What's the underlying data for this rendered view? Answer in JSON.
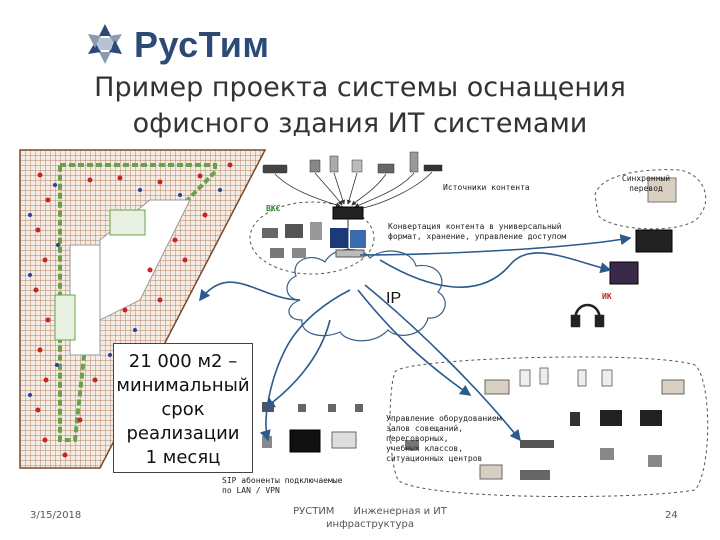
{
  "brand": {
    "name": "РусТим"
  },
  "title": {
    "line1": "Пример проекта системы оснащения",
    "line2": "офисного здания ИТ системами"
  },
  "diagram": {
    "sources_label": "Источники контента",
    "sync_label_1": "Синхронный",
    "sync_label_2": "перевод",
    "vks_label": "ВКС",
    "convert_label_1": "Конвертация контента в универсальный",
    "convert_label_2": "формат, хранение, управление доступом",
    "ik_label": "ИК",
    "ip_label": "IP",
    "rooms_label_1": "Управление оборудованием",
    "rooms_label_2": "залов совещаний,",
    "rooms_label_3": "переговорных,",
    "rooms_label_4": "учебных классов,",
    "rooms_label_5": "ситуационных центров",
    "sip_label_1": "SIP абоненты подключаемые",
    "sip_label_2": "по LAN / VPN"
  },
  "callout": {
    "line1": "21 000 м2 –",
    "line2": "минимальный",
    "line3": "срок",
    "line4": "реализации",
    "line5": "1 месяц"
  },
  "footer": {
    "date": "3/15/2018",
    "company": "РУСТИМ",
    "subject_1": "Инженерная и ИТ",
    "subject_2": "инфраструктура",
    "page": "24"
  },
  "colors": {
    "brand": "#2c4a74",
    "link_arrow": "#2b5a8c",
    "floorplan_grid": "#a0623a"
  }
}
